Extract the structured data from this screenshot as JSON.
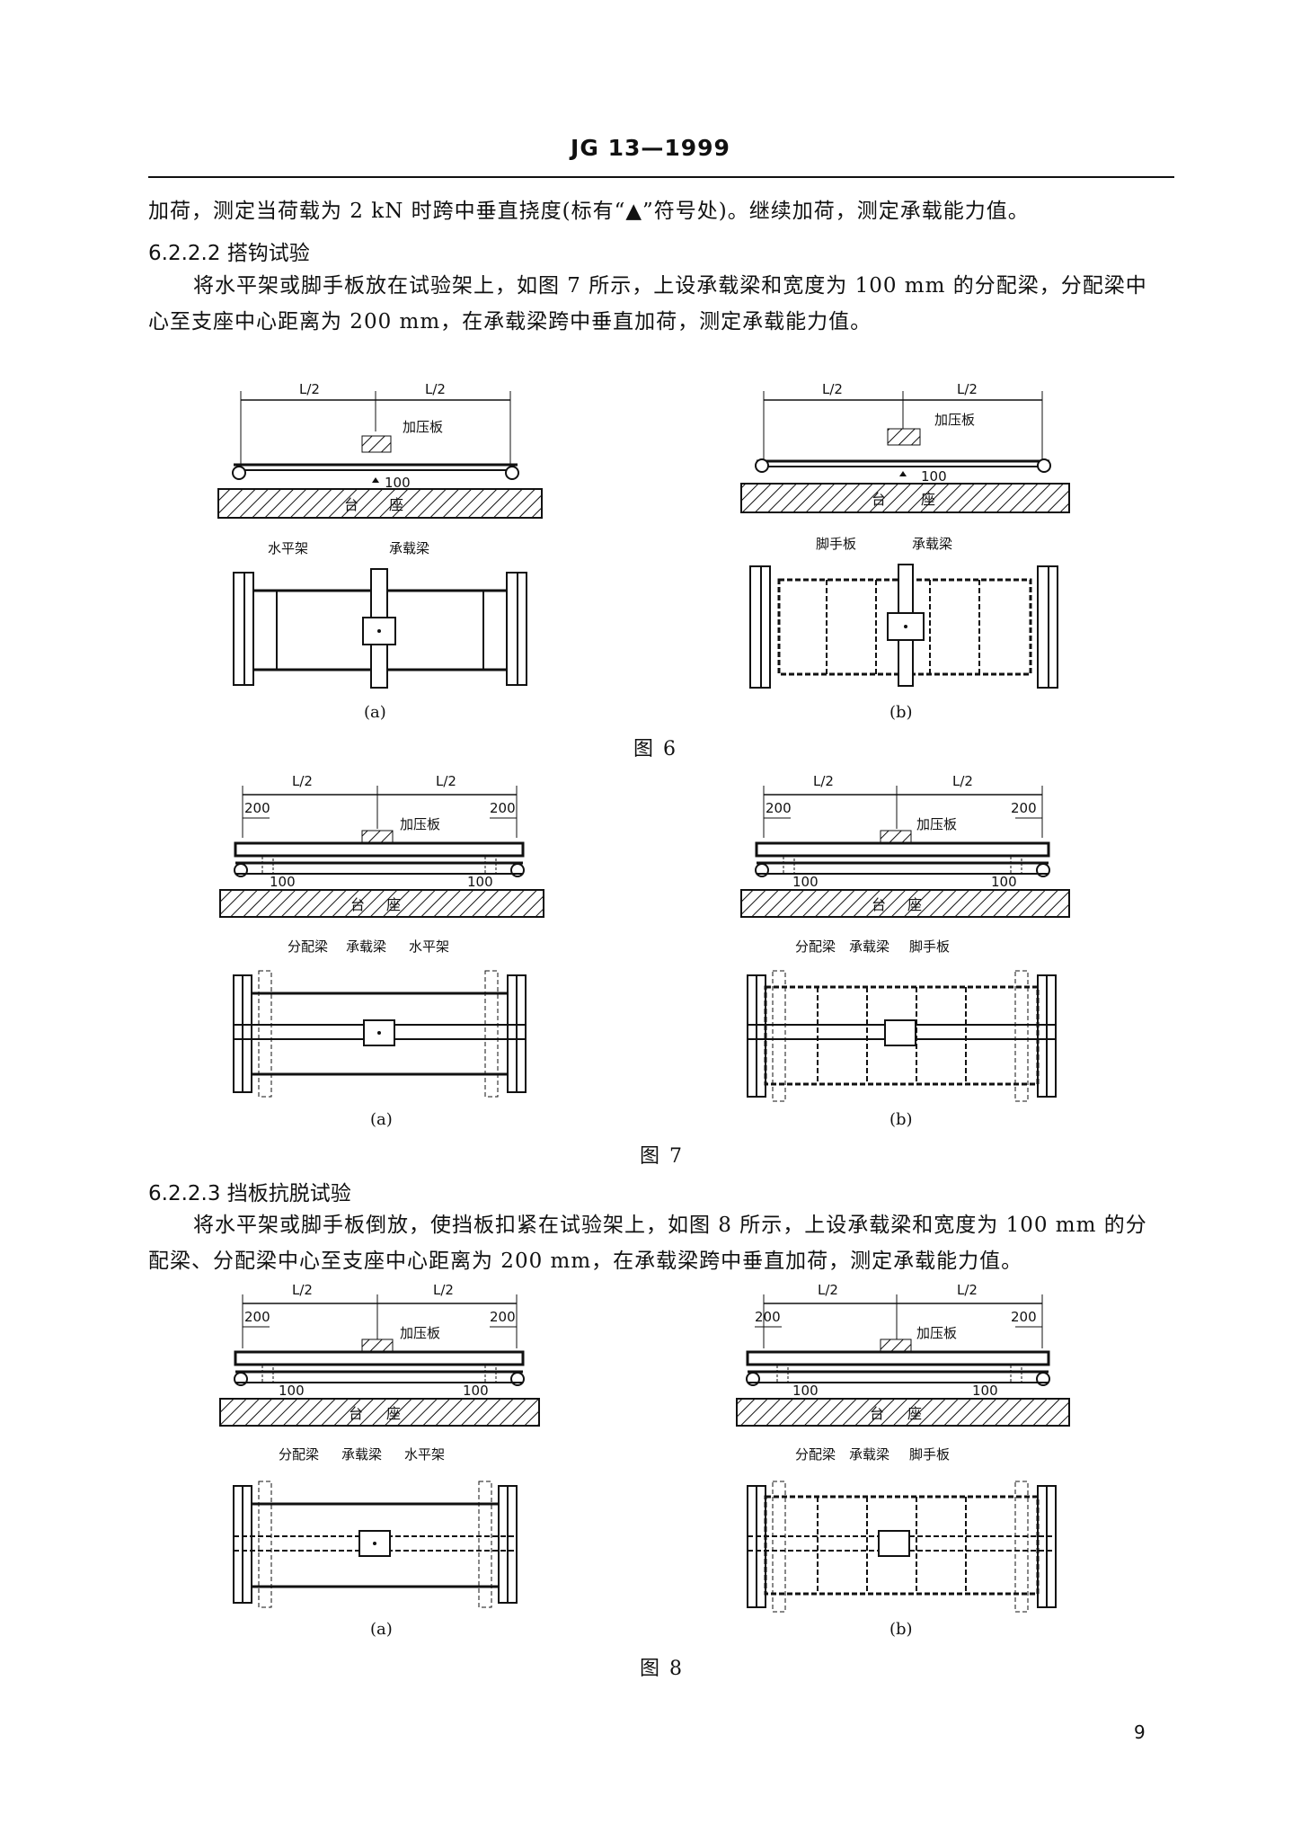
{
  "header": {
    "standard_no": "JG 13—1999"
  },
  "text": {
    "p1": "加荷，测定当荷载为 2 kN 时跨中垂直挠度(标有“▲”符号处)。继续加荷，测定承载能力值。",
    "h1": "6.2.2.2  搭钩试验",
    "p2a": "将水平架或脚手板放在试验架上，如图 7 所示，上设承载梁和宽度为 100 mm 的分配梁，分配梁中",
    "p2b": "心至支座中心距离为 200 mm，在承载梁跨中垂直加荷，测定承载能力值。",
    "h2": "6.2.2.3  挡板抗脱试验",
    "p3a": "将水平架或脚手板倒放，使挡板扣紧在试验架上，如图 8 所示，上设承载梁和宽度为 100 mm 的分",
    "p3b": "配梁、分配梁中心至支座中心距离为 200 mm，在承载梁跨中垂直加荷，测定承载能力值。"
  },
  "labels": {
    "half_span": "L/2",
    "press_plate": "加压板",
    "base_1": "台",
    "base_2": "座",
    "dim_100": "100",
    "dim_200": "200",
    "horizontal_frame": "水平架",
    "load_beam": "承载梁",
    "scaffold_board": "脚手板",
    "distribution_beam": "分配梁"
  },
  "figures": [
    {
      "caption": "图 6",
      "sub_a": "(a)",
      "sub_b": "(b)"
    },
    {
      "caption": "图 7",
      "sub_a": "(a)",
      "sub_b": "(b)"
    },
    {
      "caption": "图 8",
      "sub_a": "(a)",
      "sub_b": "(b)"
    }
  ],
  "page_number": "9"
}
